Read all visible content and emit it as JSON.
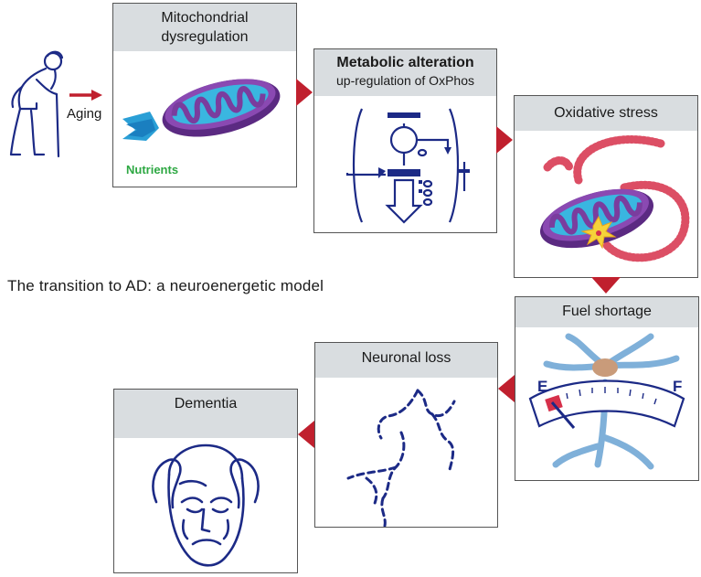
{
  "heading": "The transition to AD: a neuroenergetic model",
  "aging_label": "Aging",
  "boxes": {
    "mito": {
      "title_line1": "Mitochondrial",
      "title_line2": "dysregulation",
      "nutrients_label": "Nutrients"
    },
    "metabolic": {
      "title": "Metabolic alteration",
      "subtitle": "up-regulation of OxPhos"
    },
    "oxidative": {
      "title": "Oxidative stress"
    },
    "fuel": {
      "title": "Fuel shortage",
      "gauge_empty": "E",
      "gauge_full": "F"
    },
    "neuronal": {
      "title": "Neuronal loss"
    },
    "dementia": {
      "title": "Dementia"
    }
  },
  "colors": {
    "arrow": "#c0202e",
    "header_bg": "#d9dde0",
    "ink_blue": "#1c2a86",
    "nutrients_green": "#2ea843",
    "mito_purple": "#7a3d9e",
    "mito_blue": "#3ab6e0"
  }
}
